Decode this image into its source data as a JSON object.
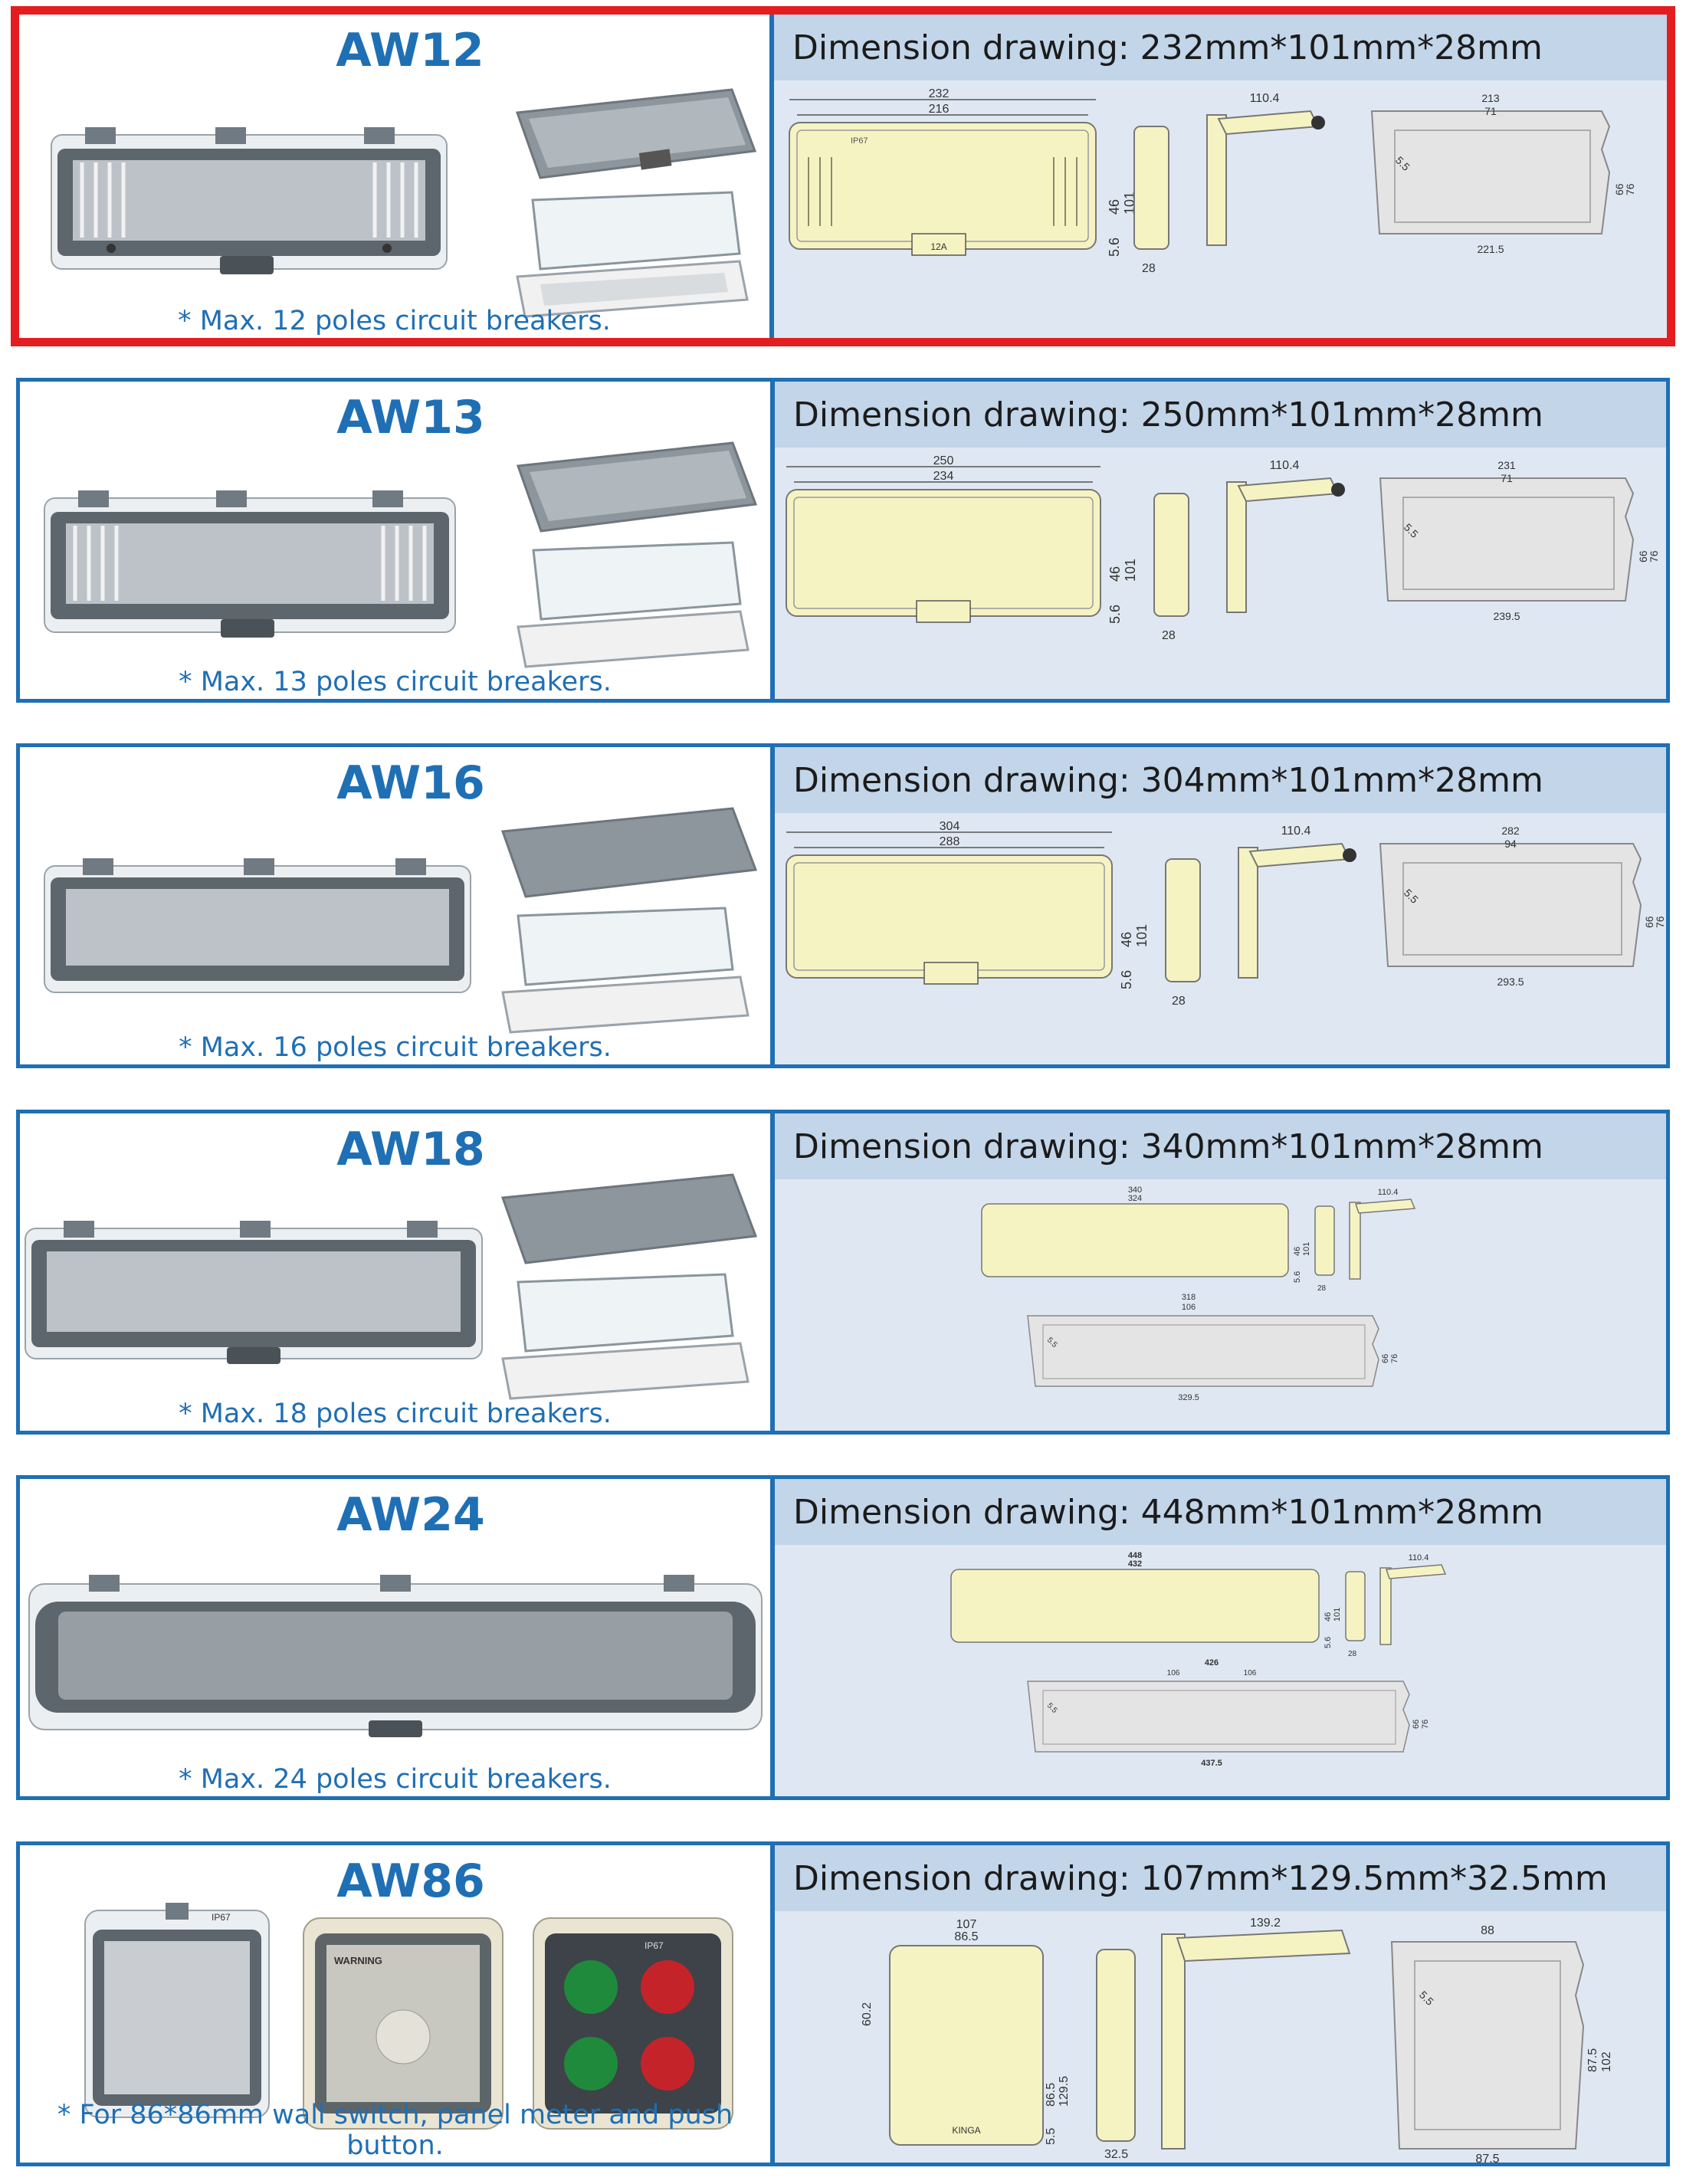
{
  "products": [
    {
      "model": "AW12",
      "caption": "* Max. 12 poles circuit breakers.",
      "dimension": "Dimension drawing: 232mm*101mm*28mm",
      "dims": {
        "overall": "232",
        "inner": "216",
        "h1": "46",
        "h2": "101",
        "base": "5.6",
        "depth": "28",
        "open": "110.4",
        "mount_w": "213",
        "mount_pitch": "71",
        "hole": "5.5",
        "mount_h1": "66",
        "mount_h2": "76",
        "bottom": "221.5"
      }
    },
    {
      "model": "AW13",
      "caption": "* Max. 13 poles circuit breakers.",
      "dimension": "Dimension drawing: 250mm*101mm*28mm",
      "dims": {
        "overall": "250",
        "inner": "234",
        "h1": "46",
        "h2": "101",
        "base": "5.6",
        "depth": "28",
        "open": "110.4",
        "mount_w": "231",
        "mount_pitch": "71",
        "hole": "5.5",
        "mount_h1": "66",
        "mount_h2": "76",
        "bottom": "239.5"
      }
    },
    {
      "model": "AW16",
      "caption": "* Max. 16 poles circuit breakers.",
      "dimension": "Dimension drawing: 304mm*101mm*28mm",
      "dims": {
        "overall": "304",
        "inner": "288",
        "h1": "46",
        "h2": "101",
        "base": "5.6",
        "depth": "28",
        "open": "110.4",
        "mount_w": "282",
        "mount_pitch": "94",
        "hole": "5.5",
        "mount_h1": "66",
        "mount_h2": "76",
        "bottom": "293.5"
      }
    },
    {
      "model": "AW18",
      "caption": "* Max. 18 poles circuit breakers.",
      "dimension": "Dimension drawing: 340mm*101mm*28mm",
      "dims": {
        "overall": "340",
        "inner": "324",
        "h1": "46",
        "h2": "101",
        "base": "5.6",
        "depth": "28",
        "open": "110.4",
        "mount_w": "318",
        "mount_pitch": "106",
        "hole": "5.5",
        "mount_h1": "66",
        "mount_h2": "76",
        "bottom": "329.5"
      }
    },
    {
      "model": "AW24",
      "caption": "* Max. 24 poles circuit breakers.",
      "dimension": "Dimension drawing: 448mm*101mm*28mm",
      "dims": {
        "overall": "448",
        "inner": "432",
        "h1": "46",
        "h2": "101",
        "base": "5.6",
        "depth": "28",
        "open": "110.4",
        "mount_w": "426",
        "mount_pitch": "106",
        "mount_pitch2": "106",
        "hole": "5.5",
        "mount_h1": "66",
        "mount_h2": "76",
        "bottom": "437.5"
      }
    },
    {
      "model": "AW86",
      "caption": "* For 86*86mm wall switch, panel meter and push button.",
      "dimension": "Dimension drawing: 107mm*129.5mm*32.5mm",
      "dims": {
        "overall": "107",
        "inner": "86.5",
        "side": "60.2",
        "h1": "86.5",
        "h2": "129.5",
        "base": "5.5",
        "depth": "32.5",
        "open": "139.2",
        "mount_w": "88",
        "hole": "5.5",
        "mount_h1": "87.5",
        "mount_h2": "102",
        "bottom": "87.5"
      }
    }
  ],
  "labels": {
    "ip": "IP67",
    "rating": "12A",
    "warning": "WARNING",
    "brand": "KINGA"
  },
  "colors": {
    "accent": "#1f6fb5",
    "selected_border": "#e41e20",
    "header_bg": "#c2d5e9",
    "drawing_bg": "#dfe8f2",
    "part_fill": "#f6f3c3"
  }
}
